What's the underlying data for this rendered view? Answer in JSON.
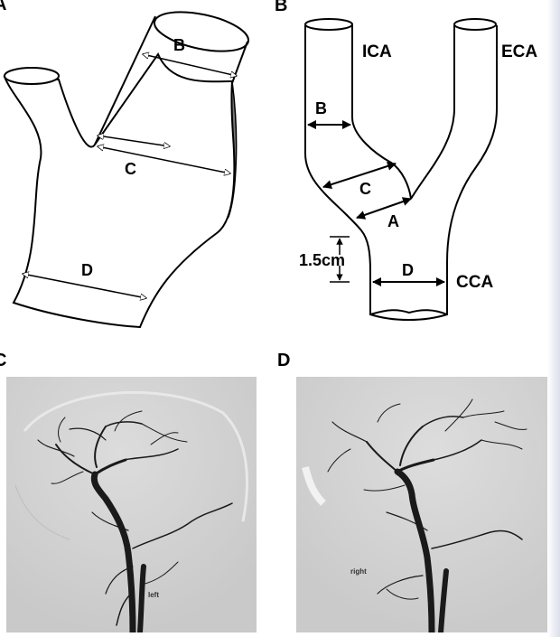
{
  "panels": {
    "a": {
      "letter": "A"
    },
    "b": {
      "letter": "B"
    },
    "c": {
      "letter": "C"
    },
    "d": {
      "letter": "D"
    }
  },
  "diagram_3d": {
    "labels": {
      "b": "B",
      "c": "C",
      "d": "D"
    }
  },
  "diagram_2d": {
    "labels": {
      "ica": "ICA",
      "eca": "ECA",
      "cca": "CCA",
      "a": "A",
      "b": "B",
      "c": "C",
      "d": "D",
      "distance": "1.5cm"
    }
  },
  "angiograms": {
    "c": {
      "side_label": "left"
    },
    "d": {
      "side_label": "right"
    }
  },
  "colors": {
    "shaded_region": "#777777",
    "angio_background": "#d9d9d9",
    "vessel": "#1a1a1a"
  }
}
